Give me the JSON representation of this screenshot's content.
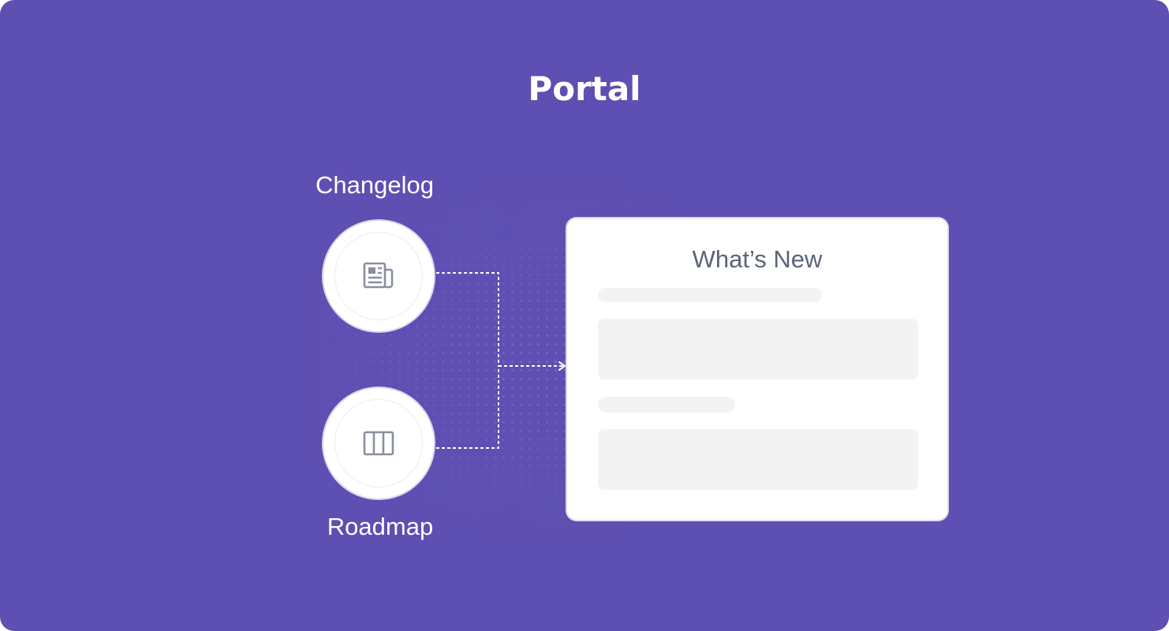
{
  "title": "Portal",
  "nodes": {
    "changelog": {
      "label": "Changelog",
      "icon": "newspaper-icon"
    },
    "roadmap": {
      "label": "Roadmap",
      "icon": "columns-board-icon"
    }
  },
  "card": {
    "title": "What’s New"
  },
  "colors": {
    "background": "#5e4fb2",
    "card": "#ffffff",
    "placeholder": "#f3f3f4",
    "card_title": "#5a6478",
    "icon": "#8a8f9e"
  }
}
